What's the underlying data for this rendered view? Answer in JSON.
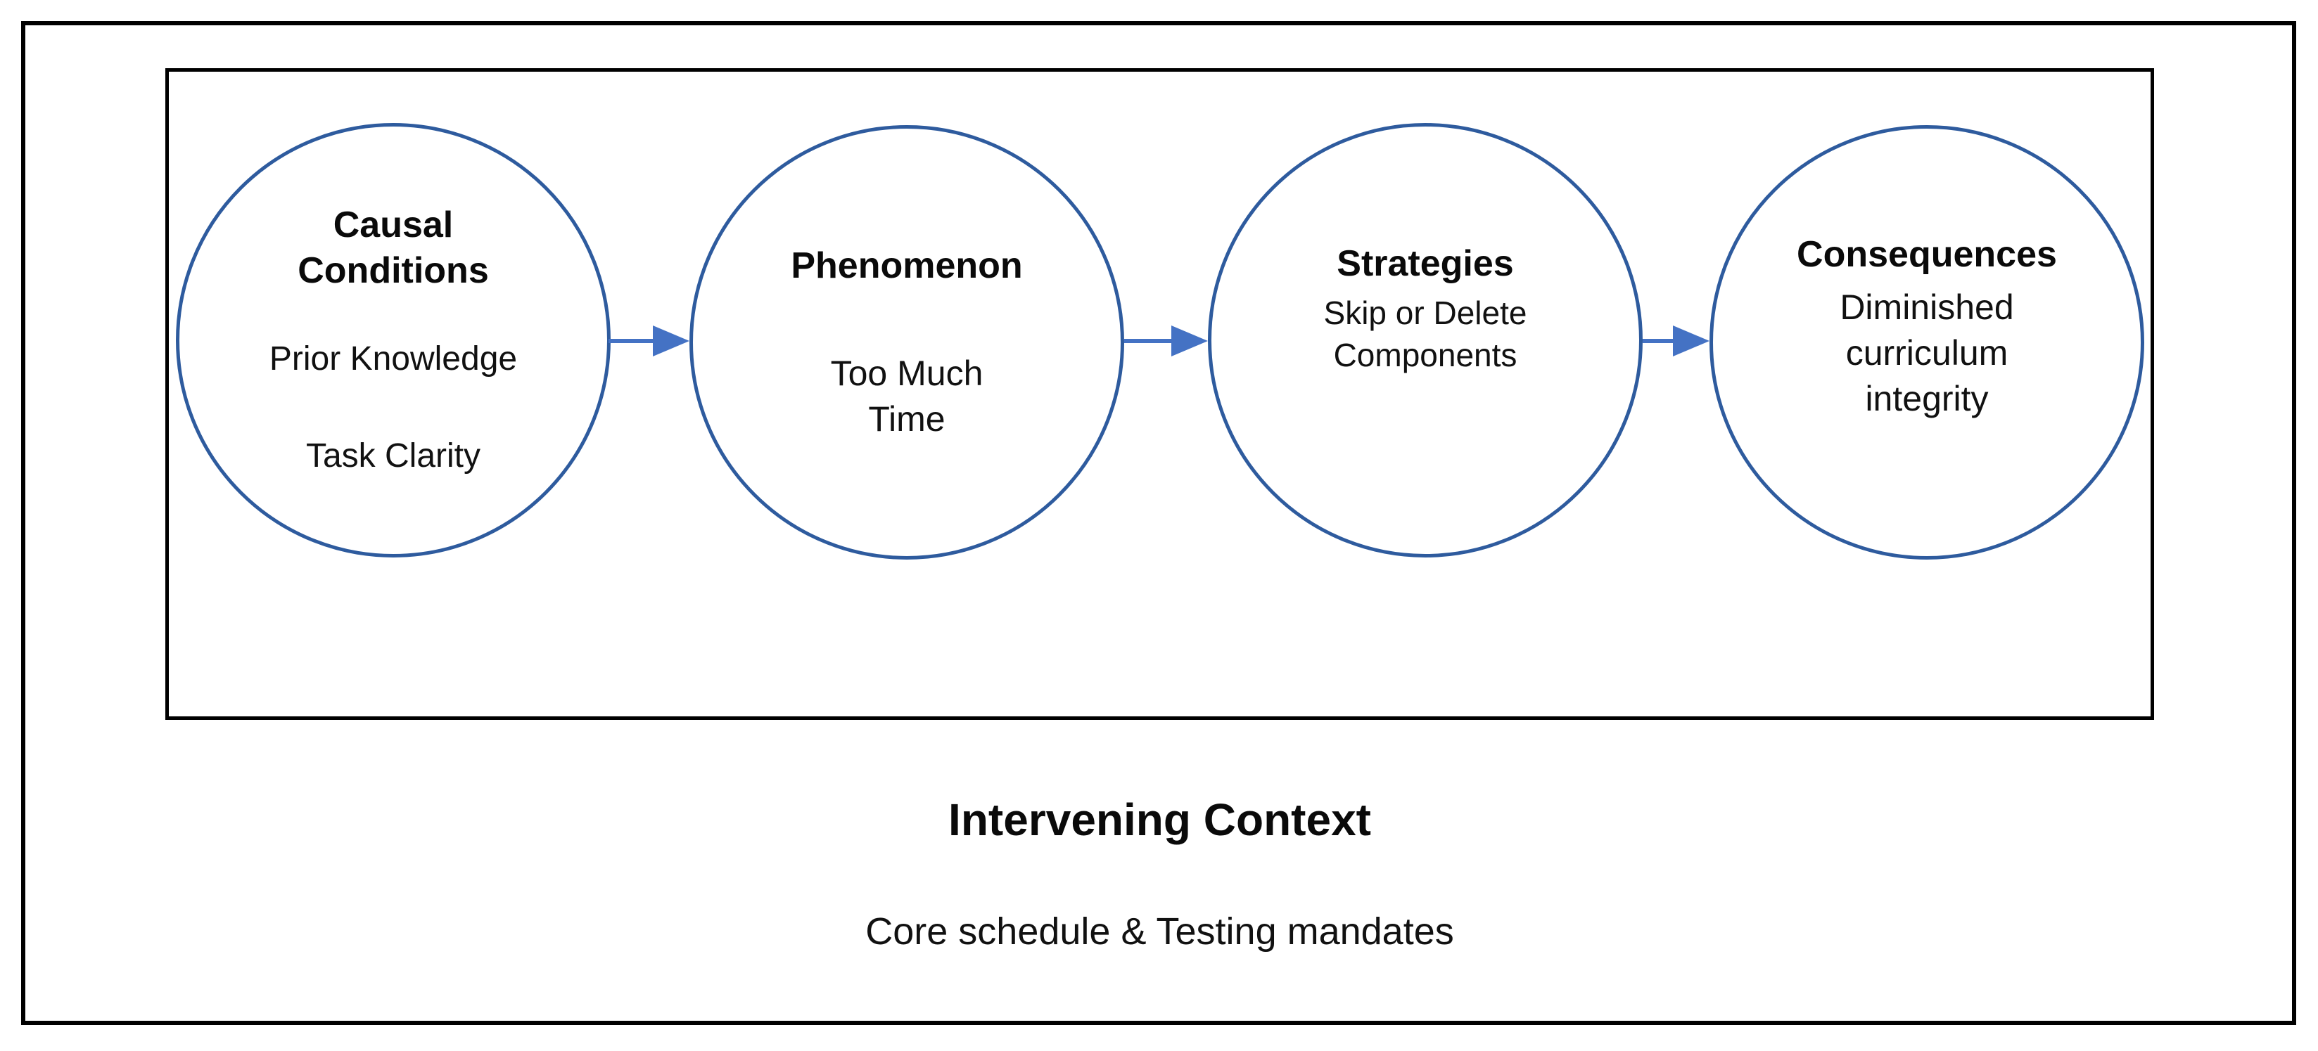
{
  "diagram": {
    "colors": {
      "outer_border": "#000000",
      "inner_border": "#000000",
      "circle_stroke": "#2e5b9e",
      "arrow": "#4472c4",
      "text": "#0d0d0d",
      "background": "#ffffff"
    },
    "nodes": [
      {
        "title": "Causal Conditions",
        "items": [
          "Prior Knowledge",
          "Task Clarity"
        ]
      },
      {
        "title": "Phenomenon",
        "items": [
          "Too Much Time"
        ]
      },
      {
        "title": "Strategies",
        "items": [
          "Skip or Delete Components"
        ]
      },
      {
        "title": "Consequences",
        "items": [
          "Diminished curriculum integrity"
        ]
      }
    ],
    "arrows": [
      {
        "from": "Causal Conditions",
        "to": "Phenomenon"
      },
      {
        "from": "Phenomenon",
        "to": "Strategies"
      },
      {
        "from": "Strategies",
        "to": "Consequences"
      }
    ],
    "context": {
      "title": "Intervening Context",
      "subtitle": "Core schedule & Testing mandates"
    }
  }
}
